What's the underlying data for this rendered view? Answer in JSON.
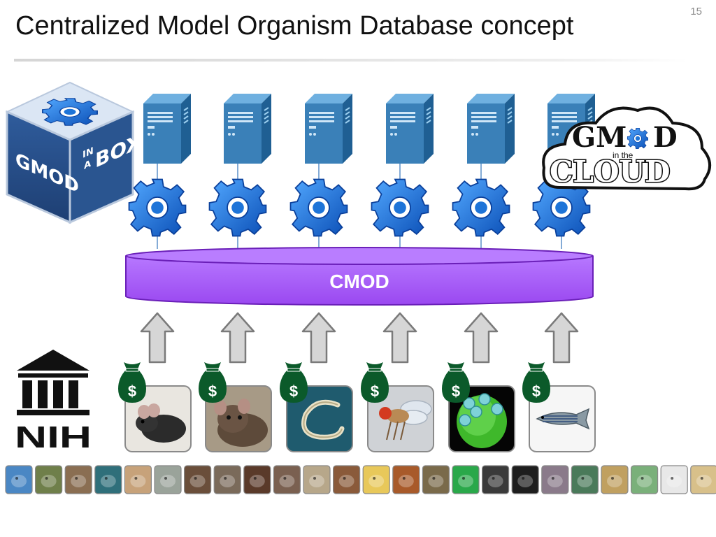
{
  "slide": {
    "number": "15",
    "title": "Centralized Model Organism Database concept"
  },
  "central_db": {
    "label": "CMOD"
  },
  "funder": {
    "label": "NIH"
  },
  "gmod_box": {
    "word1": "GMOD",
    "word2": "IN",
    "word3": "A",
    "word4": "BOX"
  },
  "gmod_cloud": {
    "line1a": "GM",
    "line1b": "D",
    "small": "in the",
    "line2": "CLOUD"
  },
  "money_symbol": "$",
  "colors": {
    "server": "#3a80b8",
    "gear": "#1e74d8",
    "cmod": "#a755f5",
    "arrow": "#d6d6d6",
    "money": "#0b5a2a"
  },
  "organisms": [
    "mouse",
    "rat",
    "nematode",
    "fruit-fly",
    "green-cell",
    "zebrafish"
  ],
  "strip_count": 26
}
